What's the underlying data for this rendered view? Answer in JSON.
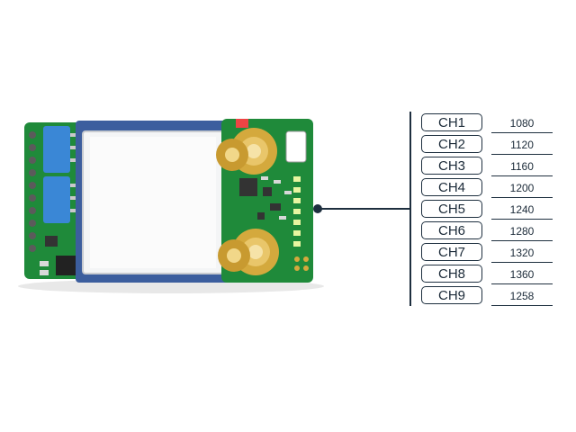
{
  "product": {
    "description_icon": "vtx-module-board",
    "colors": {
      "pcb_green": "#1f8a3a",
      "blue_pcb": "#3c5e9e",
      "shield": "#f4f5f6",
      "gold": "#d4a93d",
      "pin_header": "#3a87d6",
      "line": "#1e2f3f"
    }
  },
  "channels": [
    {
      "label": "CH1",
      "freq": "1080"
    },
    {
      "label": "CH2",
      "freq": "1120"
    },
    {
      "label": "CH3",
      "freq": "1160"
    },
    {
      "label": "CH4",
      "freq": "1200"
    },
    {
      "label": "CH5",
      "freq": "1240"
    },
    {
      "label": "CH6",
      "freq": "1280"
    },
    {
      "label": "CH7",
      "freq": "1320"
    },
    {
      "label": "CH8",
      "freq": "1360"
    },
    {
      "label": "CH9",
      "freq": "1258"
    }
  ]
}
